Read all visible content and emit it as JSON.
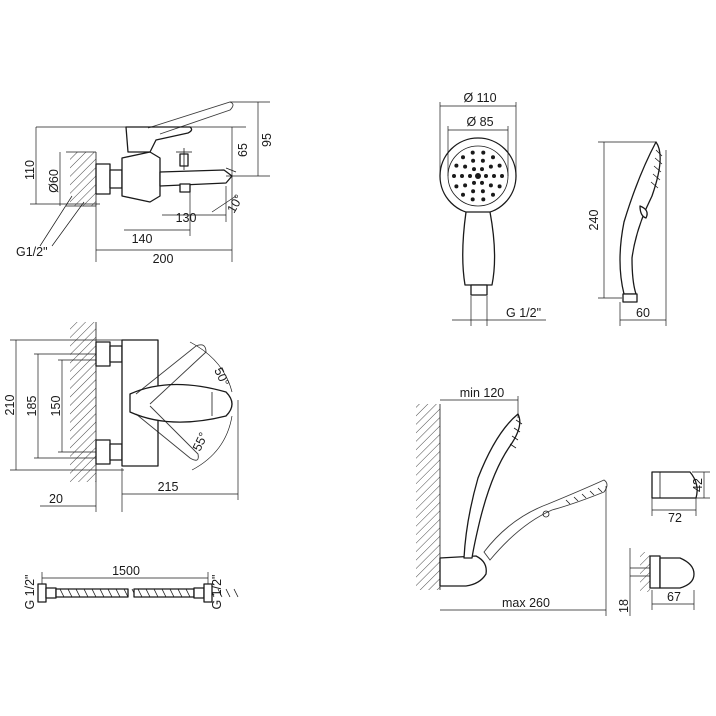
{
  "mixer_side": {
    "d110": "110",
    "d60": "Ø60",
    "d65": "65",
    "d95": "95",
    "d130": "130",
    "d140": "140",
    "d200": "200",
    "a10": "10°",
    "thread": "G1/2\""
  },
  "mixer_top": {
    "d210": "210",
    "d185": "185",
    "d150": "150",
    "a50": "50°",
    "a55": "55°",
    "d20": "20",
    "d215": "215"
  },
  "hose": {
    "length": "1500",
    "thread_left": "G 1/2\"",
    "thread_right": "G 1/2\""
  },
  "shower_head": {
    "d110": "Ø 110",
    "d85": "Ø 85",
    "thread": "G 1/2\"",
    "d240": "240",
    "d60": "60"
  },
  "wall_mount": {
    "min": "min 120",
    "max": "max 260"
  },
  "holder": {
    "d42": "42",
    "d72": "72",
    "d18": "18",
    "d67": "67"
  }
}
